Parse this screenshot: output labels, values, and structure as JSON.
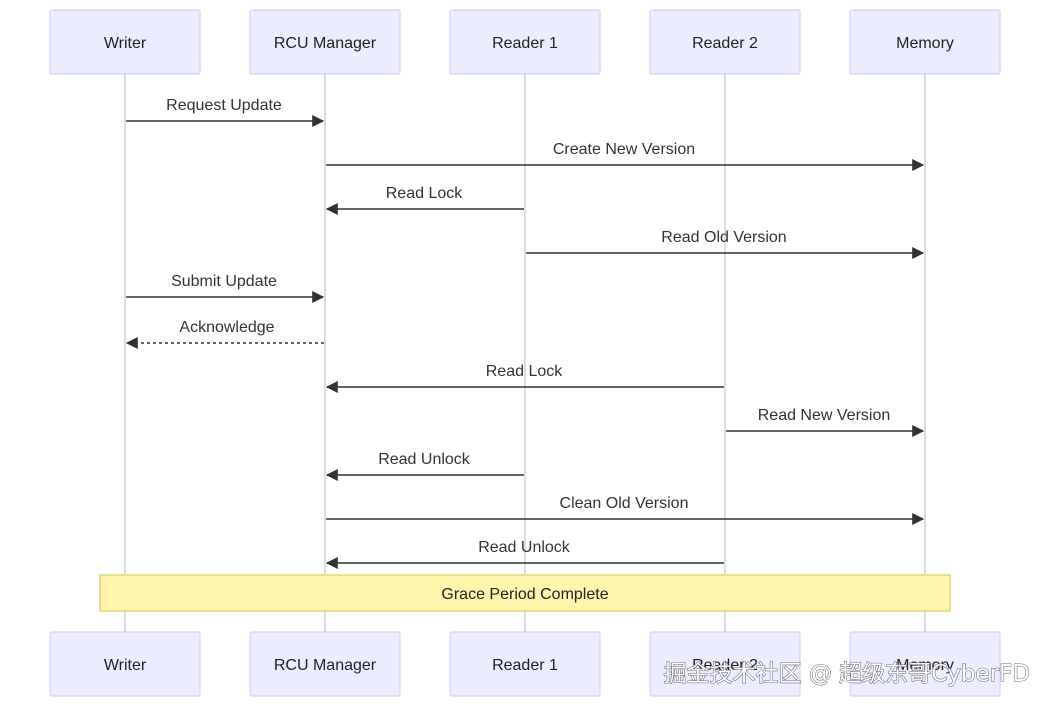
{
  "participants": [
    {
      "id": "writer",
      "label": "Writer"
    },
    {
      "id": "rcu",
      "label": "RCU Manager"
    },
    {
      "id": "reader1",
      "label": "Reader 1"
    },
    {
      "id": "reader2",
      "label": "Reader 2"
    },
    {
      "id": "memory",
      "label": "Memory"
    }
  ],
  "messages": [
    {
      "from": "writer",
      "to": "rcu",
      "label": "Request Update",
      "style": "solid"
    },
    {
      "from": "rcu",
      "to": "memory",
      "label": "Create New Version",
      "style": "solid"
    },
    {
      "from": "reader1",
      "to": "rcu",
      "label": "Read Lock",
      "style": "solid"
    },
    {
      "from": "reader1",
      "to": "memory",
      "label": "Read Old Version",
      "style": "solid"
    },
    {
      "from": "writer",
      "to": "rcu",
      "label": "Submit Update",
      "style": "solid"
    },
    {
      "from": "rcu",
      "to": "writer",
      "label": "Acknowledge",
      "style": "dotted"
    },
    {
      "from": "reader2",
      "to": "rcu",
      "label": "Read Lock",
      "style": "solid"
    },
    {
      "from": "reader2",
      "to": "memory",
      "label": "Read New Version",
      "style": "solid"
    },
    {
      "from": "reader1",
      "to": "rcu",
      "label": "Read Unlock",
      "style": "solid"
    },
    {
      "from": "rcu",
      "to": "memory",
      "label": "Clean Old Version",
      "style": "solid"
    },
    {
      "from": "reader2",
      "to": "rcu",
      "label": "Read Unlock",
      "style": "solid"
    }
  ],
  "note": {
    "label": "Grace Period Complete",
    "span": [
      "writer",
      "memory"
    ]
  },
  "watermark": "掘金技术社区 @ 超级东哥CyberFD",
  "colors": {
    "actor_fill": "#ececff",
    "actor_border": "#d4d2f2",
    "note_fill": "#fff5ad",
    "line": "#333333"
  }
}
